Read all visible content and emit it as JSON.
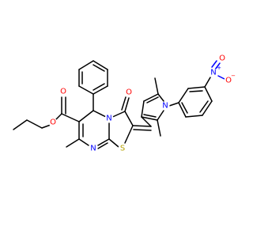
{
  "molecule": {
    "colors": {
      "bond": "#000000",
      "oxygen": "#ff0000",
      "nitrogen": "#0000ff",
      "sulfur": "#b5a000",
      "background": "#ffffff"
    },
    "atom_labels": {
      "ester_carbonyl_O": "O",
      "ester_ether_O": "O",
      "ring_N_imine": "N",
      "ring_N_bridge": "N",
      "thiazole_S": "S",
      "thiazolone_O": "O",
      "pyrrole_N": "N",
      "nitro_N": "N",
      "nitro_charge_plus": "+",
      "nitro_O_double": "O",
      "nitro_O_single": "O",
      "nitro_charge_minus": "−"
    }
  }
}
